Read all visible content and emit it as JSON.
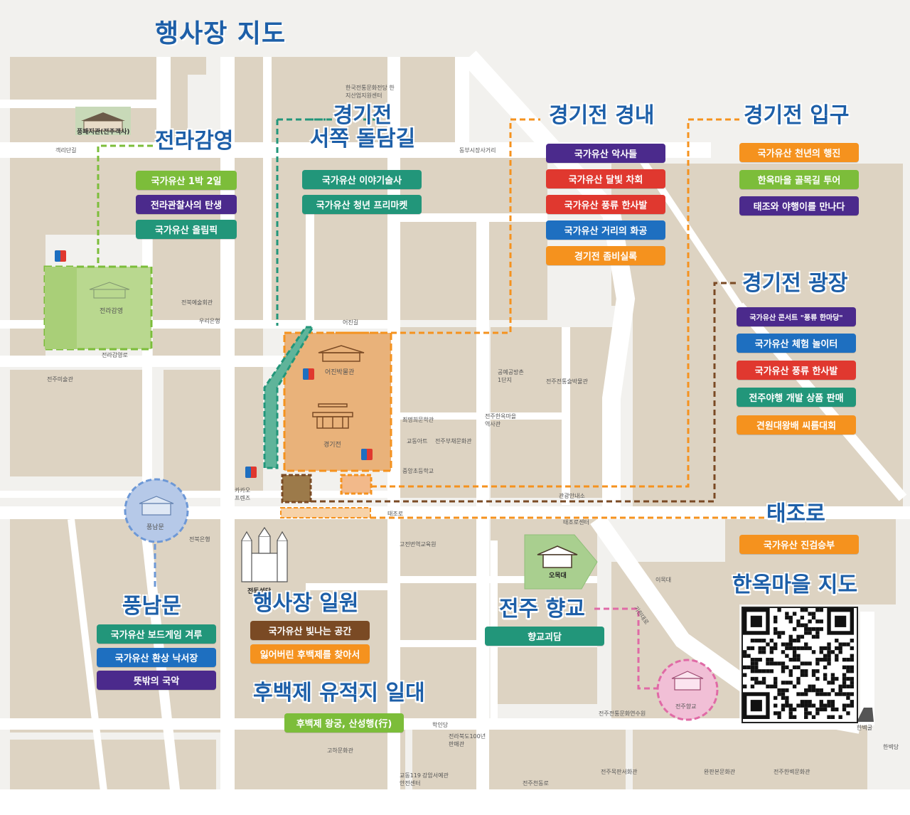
{
  "title": "행사장 지도",
  "colors": {
    "blue_title": "#1d5fa8",
    "purple": "#4b2a8c",
    "red": "#e0382f",
    "blue": "#1e6fc0",
    "orange": "#f5921e",
    "green": "#7cbd3a",
    "teal": "#22967a",
    "brown": "#7a4a24",
    "block": "#ddd3c2",
    "road": "#ffffff"
  },
  "sections": {
    "jeolla": {
      "title": "전라감영",
      "items": [
        "국가유산 1박 2일",
        "전라관찰사의 탄생",
        "국가유산 올림픽"
      ]
    },
    "west_wall": {
      "title_line1": "경기전",
      "title_line2": "서쪽 돌담길",
      "items": [
        "국가유산 이야기술사",
        "국가유산 청년 프리마켓"
      ]
    },
    "inside": {
      "title": "경기전 경내",
      "items": [
        "국가유산 악사들",
        "국가유산 달빛 차회",
        "국가유산 풍류 한사발",
        "국가유산 거리의 화공",
        "경기전 좀비실록"
      ]
    },
    "entrance": {
      "title": "경기전 입구",
      "items": [
        "국가유산 천년의 행진",
        "한옥마을 골목길 투어",
        "태조와 야행이를 만나다"
      ]
    },
    "plaza": {
      "title": "경기전 광장",
      "items": [
        "국가유산 콘서트 \"풍류 한마당\"",
        "국가유산 체험 놀이터",
        "국가유산 풍류 한사발",
        "전주야행 개발 상품 판매",
        "견원대왕배 씨름대회"
      ]
    },
    "taejo": {
      "title": "태조로",
      "items": [
        "국가유산 진검승부"
      ]
    },
    "pungnam": {
      "title": "풍남문",
      "items": [
        "국가유산 보드게임 겨루",
        "국가유산 환상 낙서장",
        "뜻밖의 국악"
      ]
    },
    "venue": {
      "title": "행사장 일원",
      "items": [
        "국가유산 빛나는 공간",
        "잃어버린 후백제를 찾아서"
      ]
    },
    "hyanggyo": {
      "title": "전주 향교",
      "items": [
        "향교괴담"
      ]
    },
    "hubaekje": {
      "title": "후백제 유적지 일대",
      "items": [
        "후백제 왕궁, 산성행(行)"
      ]
    },
    "hanok_map": {
      "title": "한옥마을 지도"
    }
  },
  "places": {
    "pungpae": "풍패지관(전주객사)",
    "jeolla_gamyeong": "전라감영",
    "eojin": "어진박물관",
    "gyeonggijeon": "경기전",
    "pungnammun": "풍남문",
    "jeondong": "전동성당",
    "omokdae": "오목대",
    "hyanggyo": "전주향교",
    "hanbyeok": "한벽굴",
    "hanbyeokdang": "한벽당",
    "gaekri": "객리단길",
    "dongbu": "동부시장사거리",
    "eojingil": "어진길",
    "taejoro": "태조로",
    "gijeon": "기린대로",
    "jeollagamyeongro": "전라감영로",
    "hanji": "한국전통문화전당 한지산업지원센터",
    "jeonbuk_art": "전북예술회관",
    "woori": "우리은행",
    "jeonju_art": "전주미술관",
    "jeonbuk_bank": "전북은행",
    "kakao": "카카오 프렌즈",
    "choi": "최명희문학관",
    "gyodong": "교동아트",
    "jeonju_craft": "전주부채문화관",
    "jungang": "중앙초등학교",
    "hanok_station": "전주한옥마을 역사관",
    "gongbang": "공예공방촌 1단지",
    "liquor": "전주전통술박물관",
    "info": "관광안내소",
    "taejo_center": "태조로센터",
    "gojeon": "고전번역교육원",
    "ijak": "이목대",
    "hakin": "학인당",
    "gohamun": "고하문화관",
    "jeonbuk100": "전라북도100년 판매관",
    "gyodong119": "교동119 안전센터",
    "gangam": "강암서예관",
    "jeonju_trad": "전주전통문화연수원",
    "jeonju_mok": "전주목판서화관",
    "wanpan": "완판본문화관",
    "hanbyeok_cult": "전주한벽문화관",
    "cheonseo": "전주천동로"
  }
}
